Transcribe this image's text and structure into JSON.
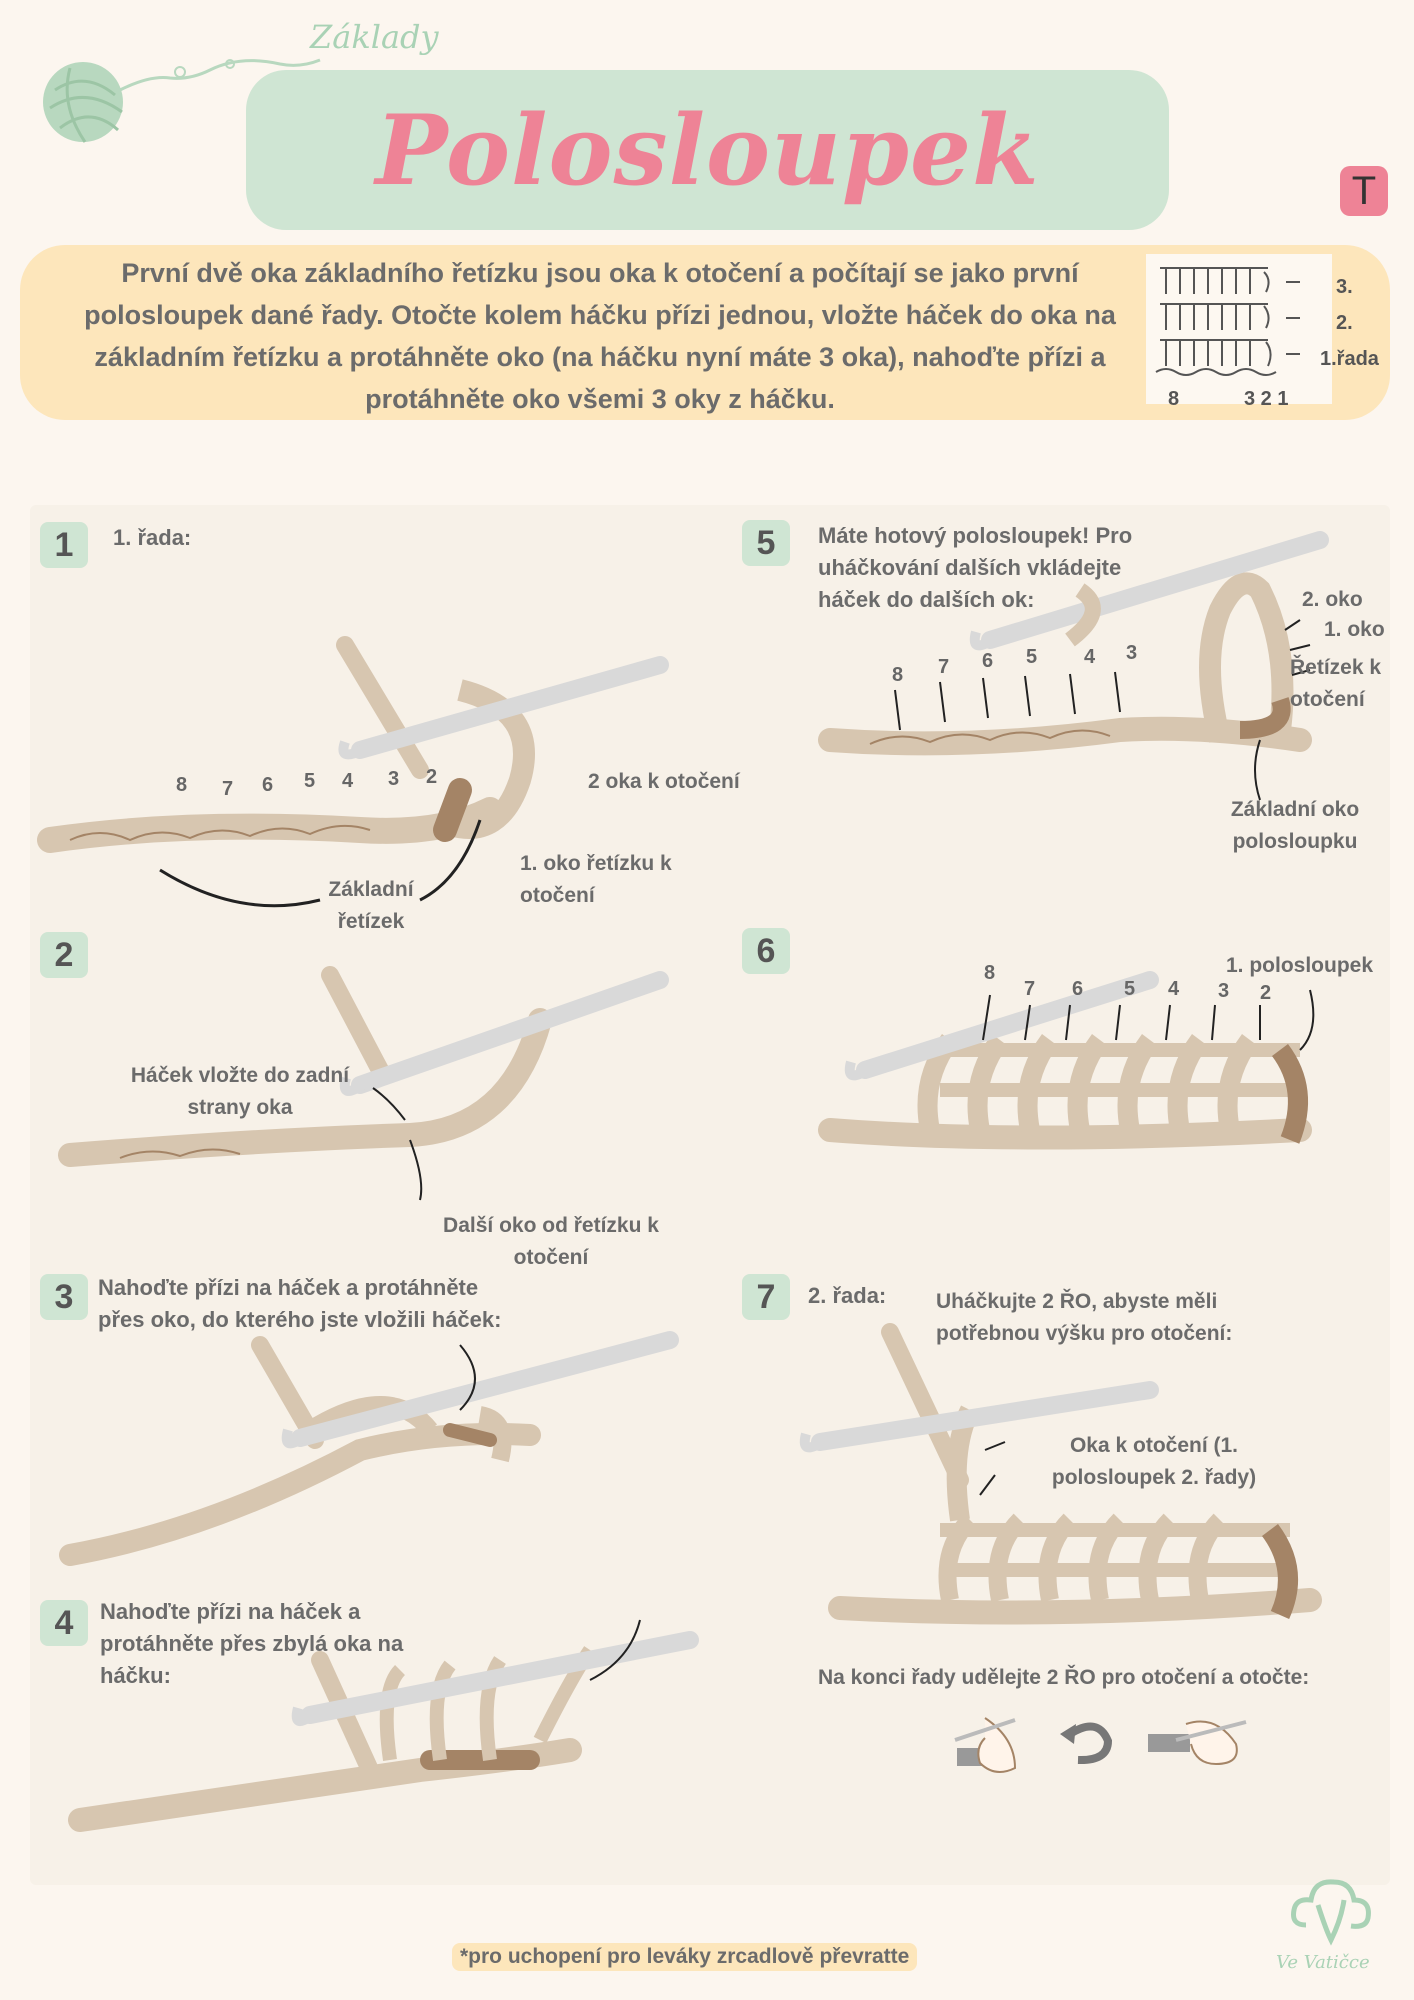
{
  "header": {
    "subtitle": "Základy",
    "title": "Polosloupek",
    "badge": "T"
  },
  "intro": {
    "text": "První dvě oka základního řetízku jsou oka k otočení a počítají se jako první polosloupek dané řady. Otočte kolem háčku přízi jednou, vložte háček do oka na základním řetízku a protáhněte oko (na háčku nyní máte 3 oka), nahoďte přízi a protáhněte oko všemi 3 oky z háčku."
  },
  "symbol_chart": {
    "row_labels": [
      "3.",
      "2.",
      "1.řada"
    ],
    "count_left": "8",
    "count_right": "3 2 1"
  },
  "steps": [
    {
      "number": "1",
      "text": "1. řada:",
      "labels": {
        "turn_chains": "2 oka k otočení",
        "first_turn": "1. oko řetízku k otočení",
        "base": "Základní řetízek"
      },
      "stitch_numbers": [
        "8",
        "7",
        "6",
        "5",
        "4",
        "3",
        "2"
      ]
    },
    {
      "number": "2",
      "text": "",
      "labels": {
        "insert": "Háček vložte do zadní strany oka",
        "next": "Další oko od řetízku k otočení"
      }
    },
    {
      "number": "3",
      "text": "Nahoďte přízi na háček a protáhněte přes oko, do kterého jste vložili háček:"
    },
    {
      "number": "4",
      "text": "Nahoďte přízi na háček a protáhněte přes zbylá oka na háčku:"
    },
    {
      "number": "5",
      "text": "Máte hotový polosloupek! Pro uháčkování dalších vkládejte háček do dalších ok:",
      "labels": {
        "second": "2. oko",
        "first": "1. oko",
        "chain": "Řetízek k otočení",
        "base": "Základní oko polosloupku"
      },
      "stitch_numbers": [
        "8",
        "7",
        "6",
        "5",
        "4",
        "3"
      ]
    },
    {
      "number": "6",
      "text": "",
      "labels": {
        "first_hdc": "1. polosloupek"
      },
      "stitch_numbers": [
        "8",
        "7",
        "6",
        "5",
        "4",
        "3",
        "2"
      ]
    },
    {
      "number": "7",
      "text": "2. řada:",
      "labels": {
        "instr": "Uháčkujte 2 ŘO, abyste měli potřebnou výšku pro otočení:",
        "turn": "Oka k otočení (1. polosloupek 2. řady)",
        "end": "Na konci řady udělejte 2 ŘO pro otočení a otočte:"
      }
    }
  ],
  "footer": {
    "note": "*pro uchopení pro leváky zrcadlově převratte",
    "logo": "Ve Vatičce"
  },
  "colors": {
    "pink": "#ee8396",
    "mint": "#cfe5d3",
    "yellow": "#fde6bb",
    "yarn": "#d7c6b0",
    "yarn_dark": "#a48466",
    "hook": "#d9d9d9"
  }
}
